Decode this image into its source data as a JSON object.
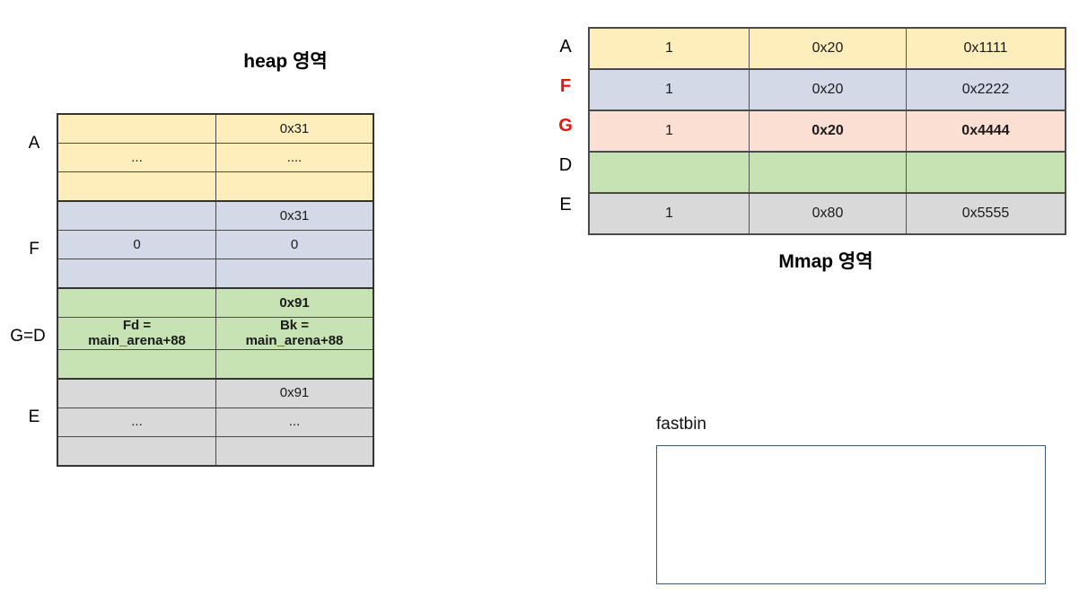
{
  "heap": {
    "title": "heap 영역",
    "row_labels": [
      {
        "text": "A",
        "color": "#000000",
        "bold": false
      },
      {
        "text": "F",
        "color": "#000000",
        "bold": false
      },
      {
        "text": "G=D",
        "color": "#000000",
        "bold": false
      },
      {
        "text": "E",
        "color": "#000000",
        "bold": false
      }
    ],
    "rows": [
      {
        "block": "A",
        "color": "#fdeebb",
        "left": "",
        "right": "0x31",
        "left_red": false,
        "right_red": false
      },
      {
        "block": "A",
        "color": "#fdeebb",
        "left": "...",
        "right": "....",
        "left_red": false,
        "right_red": false
      },
      {
        "block": "A",
        "color": "#fdeebb",
        "left": "",
        "right": "",
        "left_red": false,
        "right_red": false
      },
      {
        "block": "F",
        "color": "#d3d9e6",
        "left": "",
        "right": "0x31",
        "left_red": false,
        "right_red": false
      },
      {
        "block": "F",
        "color": "#d3d9e6",
        "left": "0",
        "right": "0",
        "left_red": false,
        "right_red": false
      },
      {
        "block": "F",
        "color": "#d3d9e6",
        "left": "",
        "right": "",
        "left_red": false,
        "right_red": false
      },
      {
        "block": "G=D",
        "color": "#c7e3b4",
        "left": "",
        "right": "0x91",
        "left_red": false,
        "right_red": true
      },
      {
        "block": "G=D",
        "color": "#c7e3b4",
        "left": "Fd =\nmain_arena+88",
        "right": "Bk =\nmain_arena+88",
        "left_red": true,
        "right_red": true
      },
      {
        "block": "G=D",
        "color": "#c7e3b4",
        "left": "",
        "right": "",
        "left_red": false,
        "right_red": false
      },
      {
        "block": "E",
        "color": "#d9d9d9",
        "left": "",
        "right": "0x91",
        "left_red": false,
        "right_red": false
      },
      {
        "block": "E",
        "color": "#d9d9d9",
        "left": "...",
        "right": "...",
        "left_red": false,
        "right_red": false
      },
      {
        "block": "E",
        "color": "#d9d9d9",
        "left": "",
        "right": "",
        "left_red": false,
        "right_red": false
      }
    ]
  },
  "mmap": {
    "title": "Mmap 영역",
    "rows": [
      {
        "label": "A",
        "label_color": "#000000",
        "label_bold": false,
        "color": "#fdeebb",
        "c0": "1",
        "c1": "0x20",
        "c2": "0x1111",
        "red_cells": false
      },
      {
        "label": "F",
        "label_color": "#e8140c",
        "label_bold": true,
        "color": "#d3d9e6",
        "c0": "1",
        "c1": "0x20",
        "c2": "0x2222",
        "red_cells": false
      },
      {
        "label": "G",
        "label_color": "#e8140c",
        "label_bold": true,
        "color": "#fbdfd2",
        "c0": "1",
        "c1": "0x20",
        "c2": "0x4444",
        "red_cells": true
      },
      {
        "label": "D",
        "label_color": "#000000",
        "label_bold": false,
        "color": "#c7e3b4",
        "c0": "",
        "c1": "",
        "c2": "",
        "red_cells": false
      },
      {
        "label": "E",
        "label_color": "#000000",
        "label_bold": false,
        "color": "#d9d9d9",
        "c0": "1",
        "c1": "0x80",
        "c2": "0x5555",
        "red_cells": false
      }
    ]
  },
  "fastbin": {
    "label": "fastbin",
    "contents": "",
    "border_color": "#3b5a78"
  },
  "colors": {
    "accent_red": "#e8140c",
    "yellow": "#fdeebb",
    "blue": "#d3d9e6",
    "green": "#c7e3b4",
    "gray": "#d9d9d9",
    "peach": "#fbdfd2"
  }
}
